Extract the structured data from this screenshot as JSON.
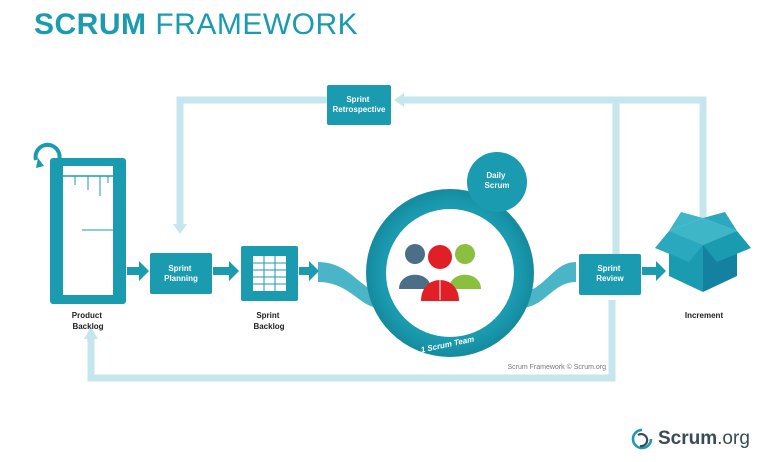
{
  "title": {
    "bold": "SCRUM",
    "light": "FRAMEWORK"
  },
  "labels": {
    "sprint_retrospective": [
      "Sprint",
      "Retrospective"
    ],
    "daily_scrum": [
      "Daily",
      "Scrum"
    ],
    "sprint_planning": [
      "Sprint",
      "Planning"
    ],
    "sprint_review": [
      "Sprint",
      "Review"
    ],
    "product_backlog": [
      "Product",
      "Backlog"
    ],
    "sprint_backlog": [
      "Sprint",
      "Backlog"
    ],
    "increment": "Increment",
    "scrum_team": "1 Scrum Team"
  },
  "copyright": "Scrum Framework © Scrum.org",
  "logo": {
    "word": "Scrum",
    "domain": ".org"
  },
  "colors": {
    "teal": "#1b9bb0",
    "light_teal": "#bfe6ee",
    "red": "#e01f26",
    "green": "#8bbf3f",
    "blue_gray": "#4a6f86"
  }
}
